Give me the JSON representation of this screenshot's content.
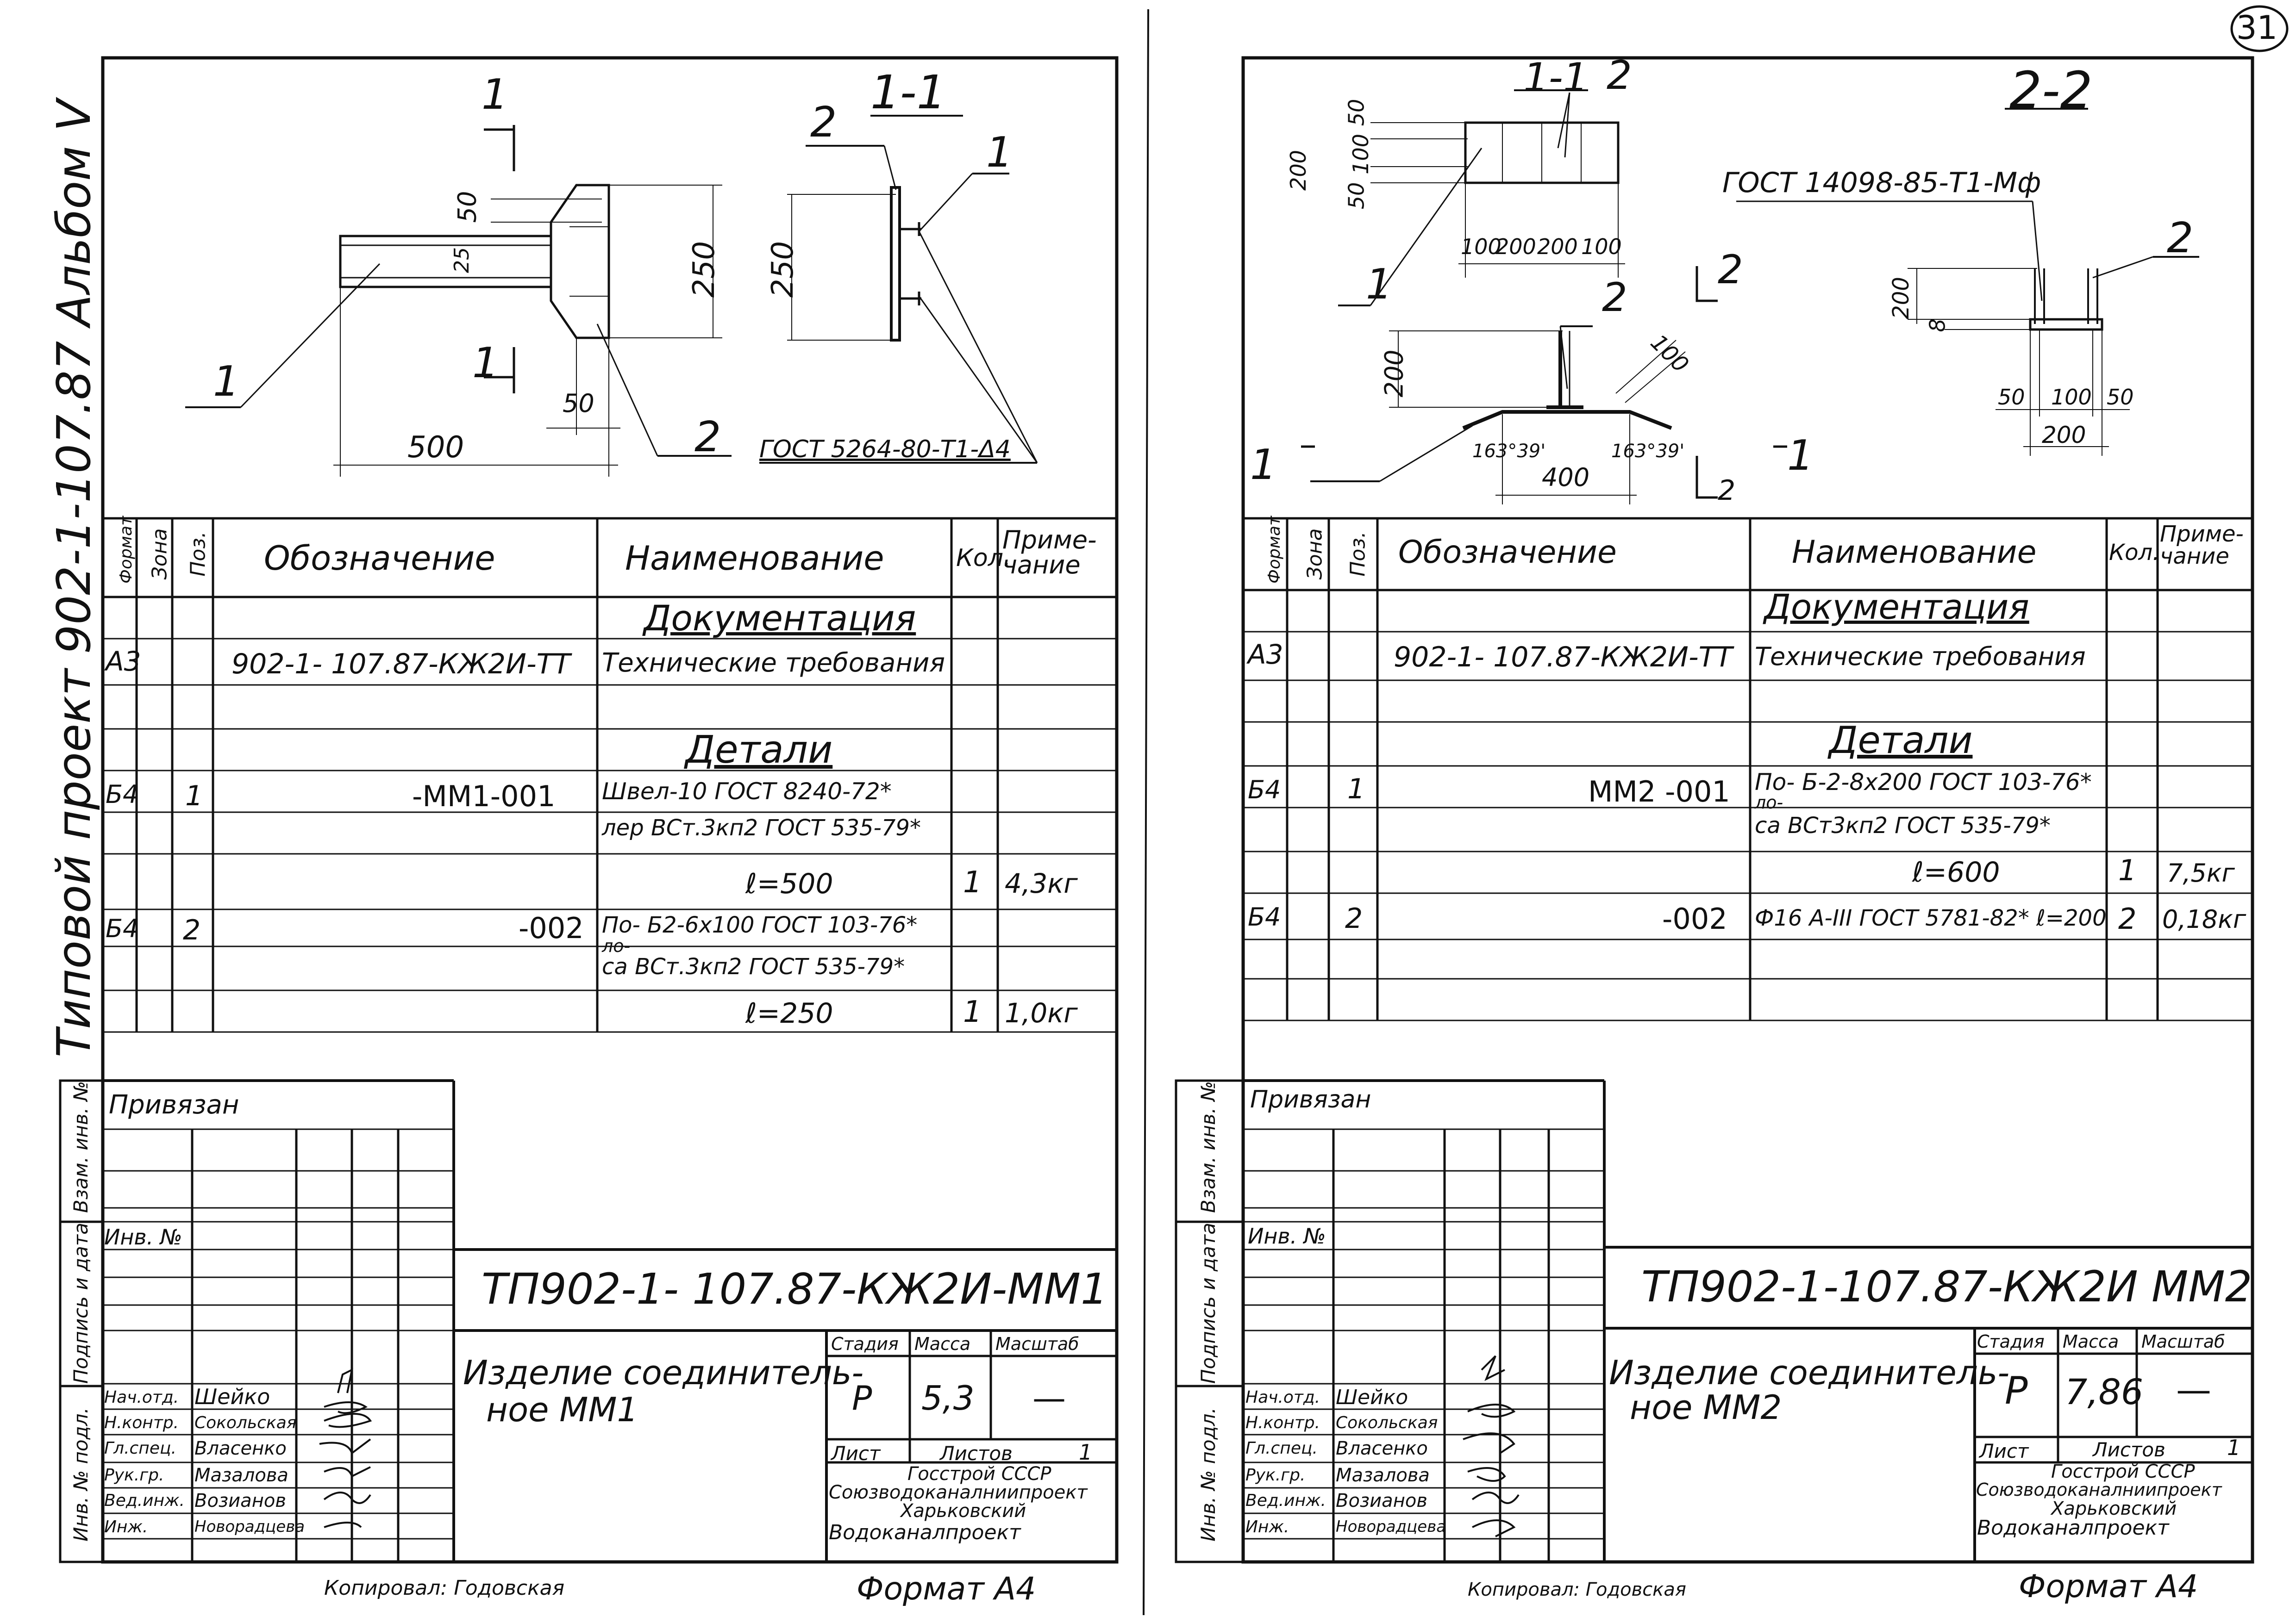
{
  "page_number": "31",
  "side_strip": "Типовой проект 902-1-107.87 Альбом V",
  "stamp_side_labels": [
    "Взам. инв. №",
    "Подпись и дата",
    "Инв. № подл."
  ],
  "common": {
    "privyazan": "Привязан",
    "inv_no": "Инв. №",
    "copied": "Копировал: Годовская",
    "format": "Формат А4",
    "table_headers": {
      "format": "Формат",
      "zone": "Зона",
      "pos": "Поз.",
      "designation": "Обозначение",
      "name": "Наименование",
      "qty": "Кол.",
      "note": "Приме-чание"
    },
    "stamp_cols": {
      "stage": "Стадия",
      "mass": "Масса",
      "scale": "Масштаб",
      "sheet": "Лист",
      "sheets": "Листов"
    },
    "org": [
      "Госстрой СССР",
      "Союзводоканалниипроект",
      "Харьковский",
      "Водоканалпроект"
    ]
  },
  "left": {
    "drawing": {
      "section_mark": "1",
      "section_view": "1-1",
      "pos1": "1",
      "pos2": "2",
      "pos1b": "1",
      "dims": {
        "d50": "50",
        "d25": "25",
        "d250": "250",
        "d250b": "250",
        "d500": "500",
        "d50b": "50"
      },
      "gost": "ГОСТ 5264-80-Т1-Δ4"
    },
    "table": {
      "sec_docs": "Документация",
      "row_docs": {
        "format": "А3",
        "designation": "902-1- 107.87-КЖ2И-ТТ",
        "name": "Технические требования"
      },
      "sec_details": "Детали",
      "rows": [
        {
          "format": "Б4",
          "pos": "1",
          "designation": "-ММ1-001",
          "name": [
            "Швел-10 ГОСТ 8240-72*",
            "лер   ВСт.3кп2 ГОСТ 535-79*",
            "ℓ=500"
          ],
          "qty": "1",
          "note": "4,3кг"
        },
        {
          "format": "Б4",
          "pos": "2",
          "designation": "-002",
          "name": [
            "По- Б2-6x100 ГОСТ 103-76*",
            "ло-",
            "са ВСт.3кп2 ГОСТ 535-79*",
            "ℓ=250"
          ],
          "qty": "1",
          "note": "1,0кг"
        }
      ]
    },
    "stamp": {
      "code": "ТП902-1- 107.87-КЖ2И-ММ1",
      "title": [
        "Изделие соединитель-",
        "ное  ММ1"
      ],
      "stage": "Р",
      "mass": "5,3",
      "scale": "—",
      "sheets_value": "1",
      "people": [
        {
          "role": "Нач.отд.",
          "name": "Шейко"
        },
        {
          "role": "Н.контр.",
          "name": "Сокольская"
        },
        {
          "role": "Гл.спец.",
          "name": "Власенко"
        },
        {
          "role": "Рук.гр.",
          "name": "Мазалова"
        },
        {
          "role": "Вед.инж.",
          "name": "Возианов"
        },
        {
          "role": "Инж.",
          "name": "Новорадцева"
        }
      ]
    }
  },
  "right": {
    "drawing": {
      "section_view": "1-1",
      "section_view2": "2-2",
      "pos2": "2",
      "pos1": "1",
      "pos2b": "2",
      "pos2c": "2",
      "mark2": "2",
      "mark1": "1",
      "mark1b": "1",
      "gost": "ГОСТ 14098-85-Т1-Мф",
      "dims": {
        "d50": "50",
        "d100": "100",
        "d50b": "50",
        "d200": "200",
        "h100a": "100",
        "h200a": "200",
        "h200b": "200",
        "h100b": "100",
        "d200v": "200",
        "d100d": "100",
        "ang1": "163°39'",
        "ang2": "163°39'",
        "d400": "400",
        "d200r": "200",
        "d8": "8",
        "d50c": "50",
        "d100c": "100",
        "d50d": "50",
        "d200c": "200"
      }
    },
    "table": {
      "sec_docs": "Документация",
      "row_docs": {
        "format": "А3",
        "designation": "902-1- 107.87-КЖ2И-ТТ",
        "name": "Технические требования"
      },
      "sec_details": "Детали",
      "rows": [
        {
          "format": "Б4",
          "pos": "1",
          "designation": "ММ2 -001",
          "name": [
            "По- Б-2-8x200 ГОСТ 103-76*",
            "ло-",
            "са ВСт3кп2 ГОСТ 535-79*",
            "ℓ=600"
          ],
          "qty": "1",
          "note": "7,5кг"
        },
        {
          "format": "Б4",
          "pos": "2",
          "designation": "-002",
          "name": [
            "Ф16 А-III ГОСТ 5781-82* ℓ=200"
          ],
          "qty": "2",
          "note": "0,18кг"
        }
      ]
    },
    "stamp": {
      "code": "ТП902-1-107.87-КЖ2И ММ2",
      "title": [
        "Изделие соединитель-",
        "ное  ММ2"
      ],
      "stage": "Р",
      "mass": "7,86",
      "scale": "—",
      "sheets_value": "1",
      "people": [
        {
          "role": "Нач.отд.",
          "name": "Шейко"
        },
        {
          "role": "Н.контр.",
          "name": "Сокольская"
        },
        {
          "role": "Гл.спец.",
          "name": "Власенко"
        },
        {
          "role": "Рук.гр.",
          "name": "Мазалова"
        },
        {
          "role": "Вед.инж.",
          "name": "Возианов"
        },
        {
          "role": "Инж.",
          "name": "Новорадцева"
        }
      ]
    }
  }
}
